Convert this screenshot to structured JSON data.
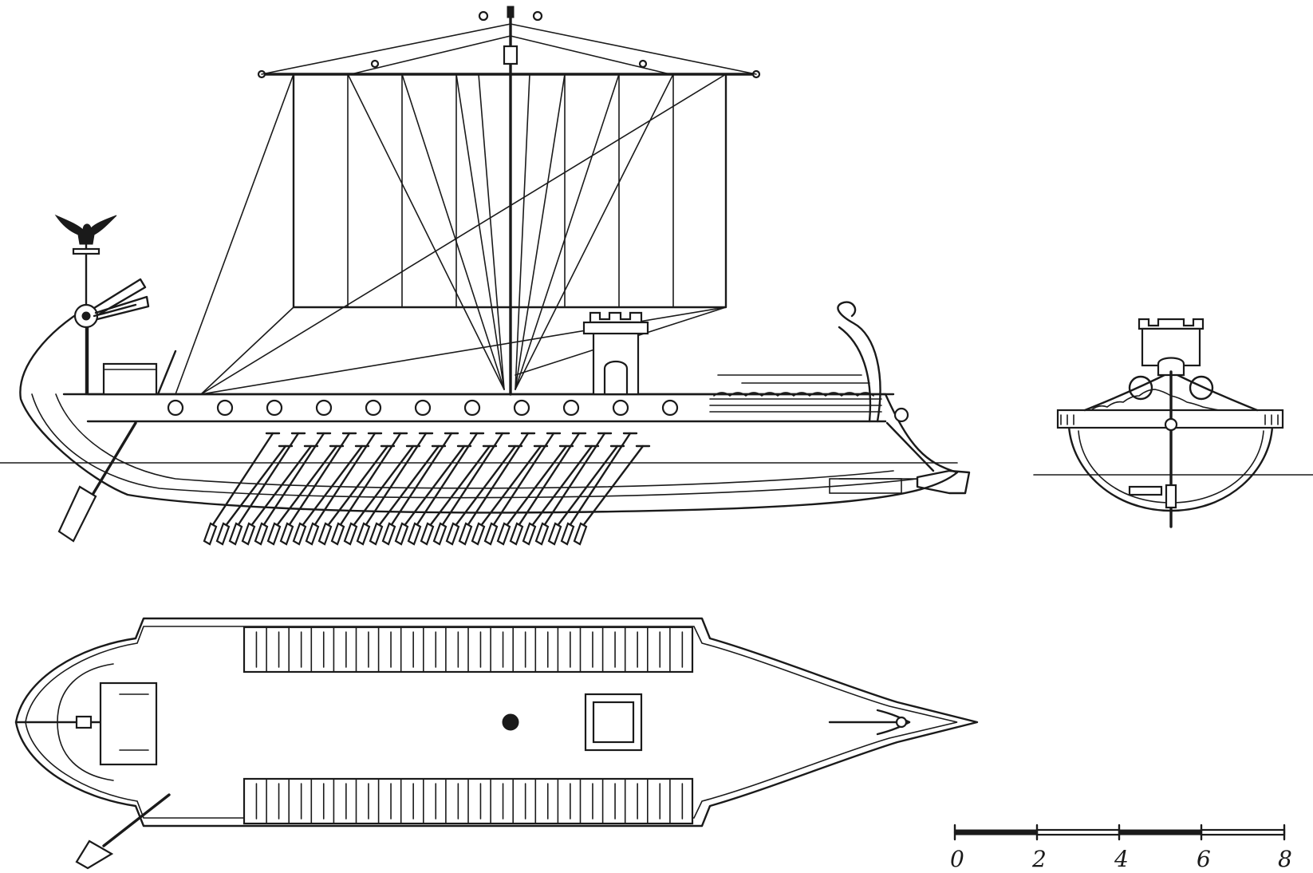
{
  "figure": {
    "views": [
      {
        "id": "side-elevation"
      },
      {
        "id": "bow-elevation"
      },
      {
        "id": "deck-plan"
      }
    ],
    "oars_per_side": 30,
    "deck_ports": 11,
    "hatches_per_row": 20
  },
  "scale_bar": {
    "ticks": [
      "0",
      "2",
      "4",
      "6",
      "8"
    ]
  },
  "colors": {
    "ink": "#1a1a1a",
    "paper": "#ffffff"
  }
}
